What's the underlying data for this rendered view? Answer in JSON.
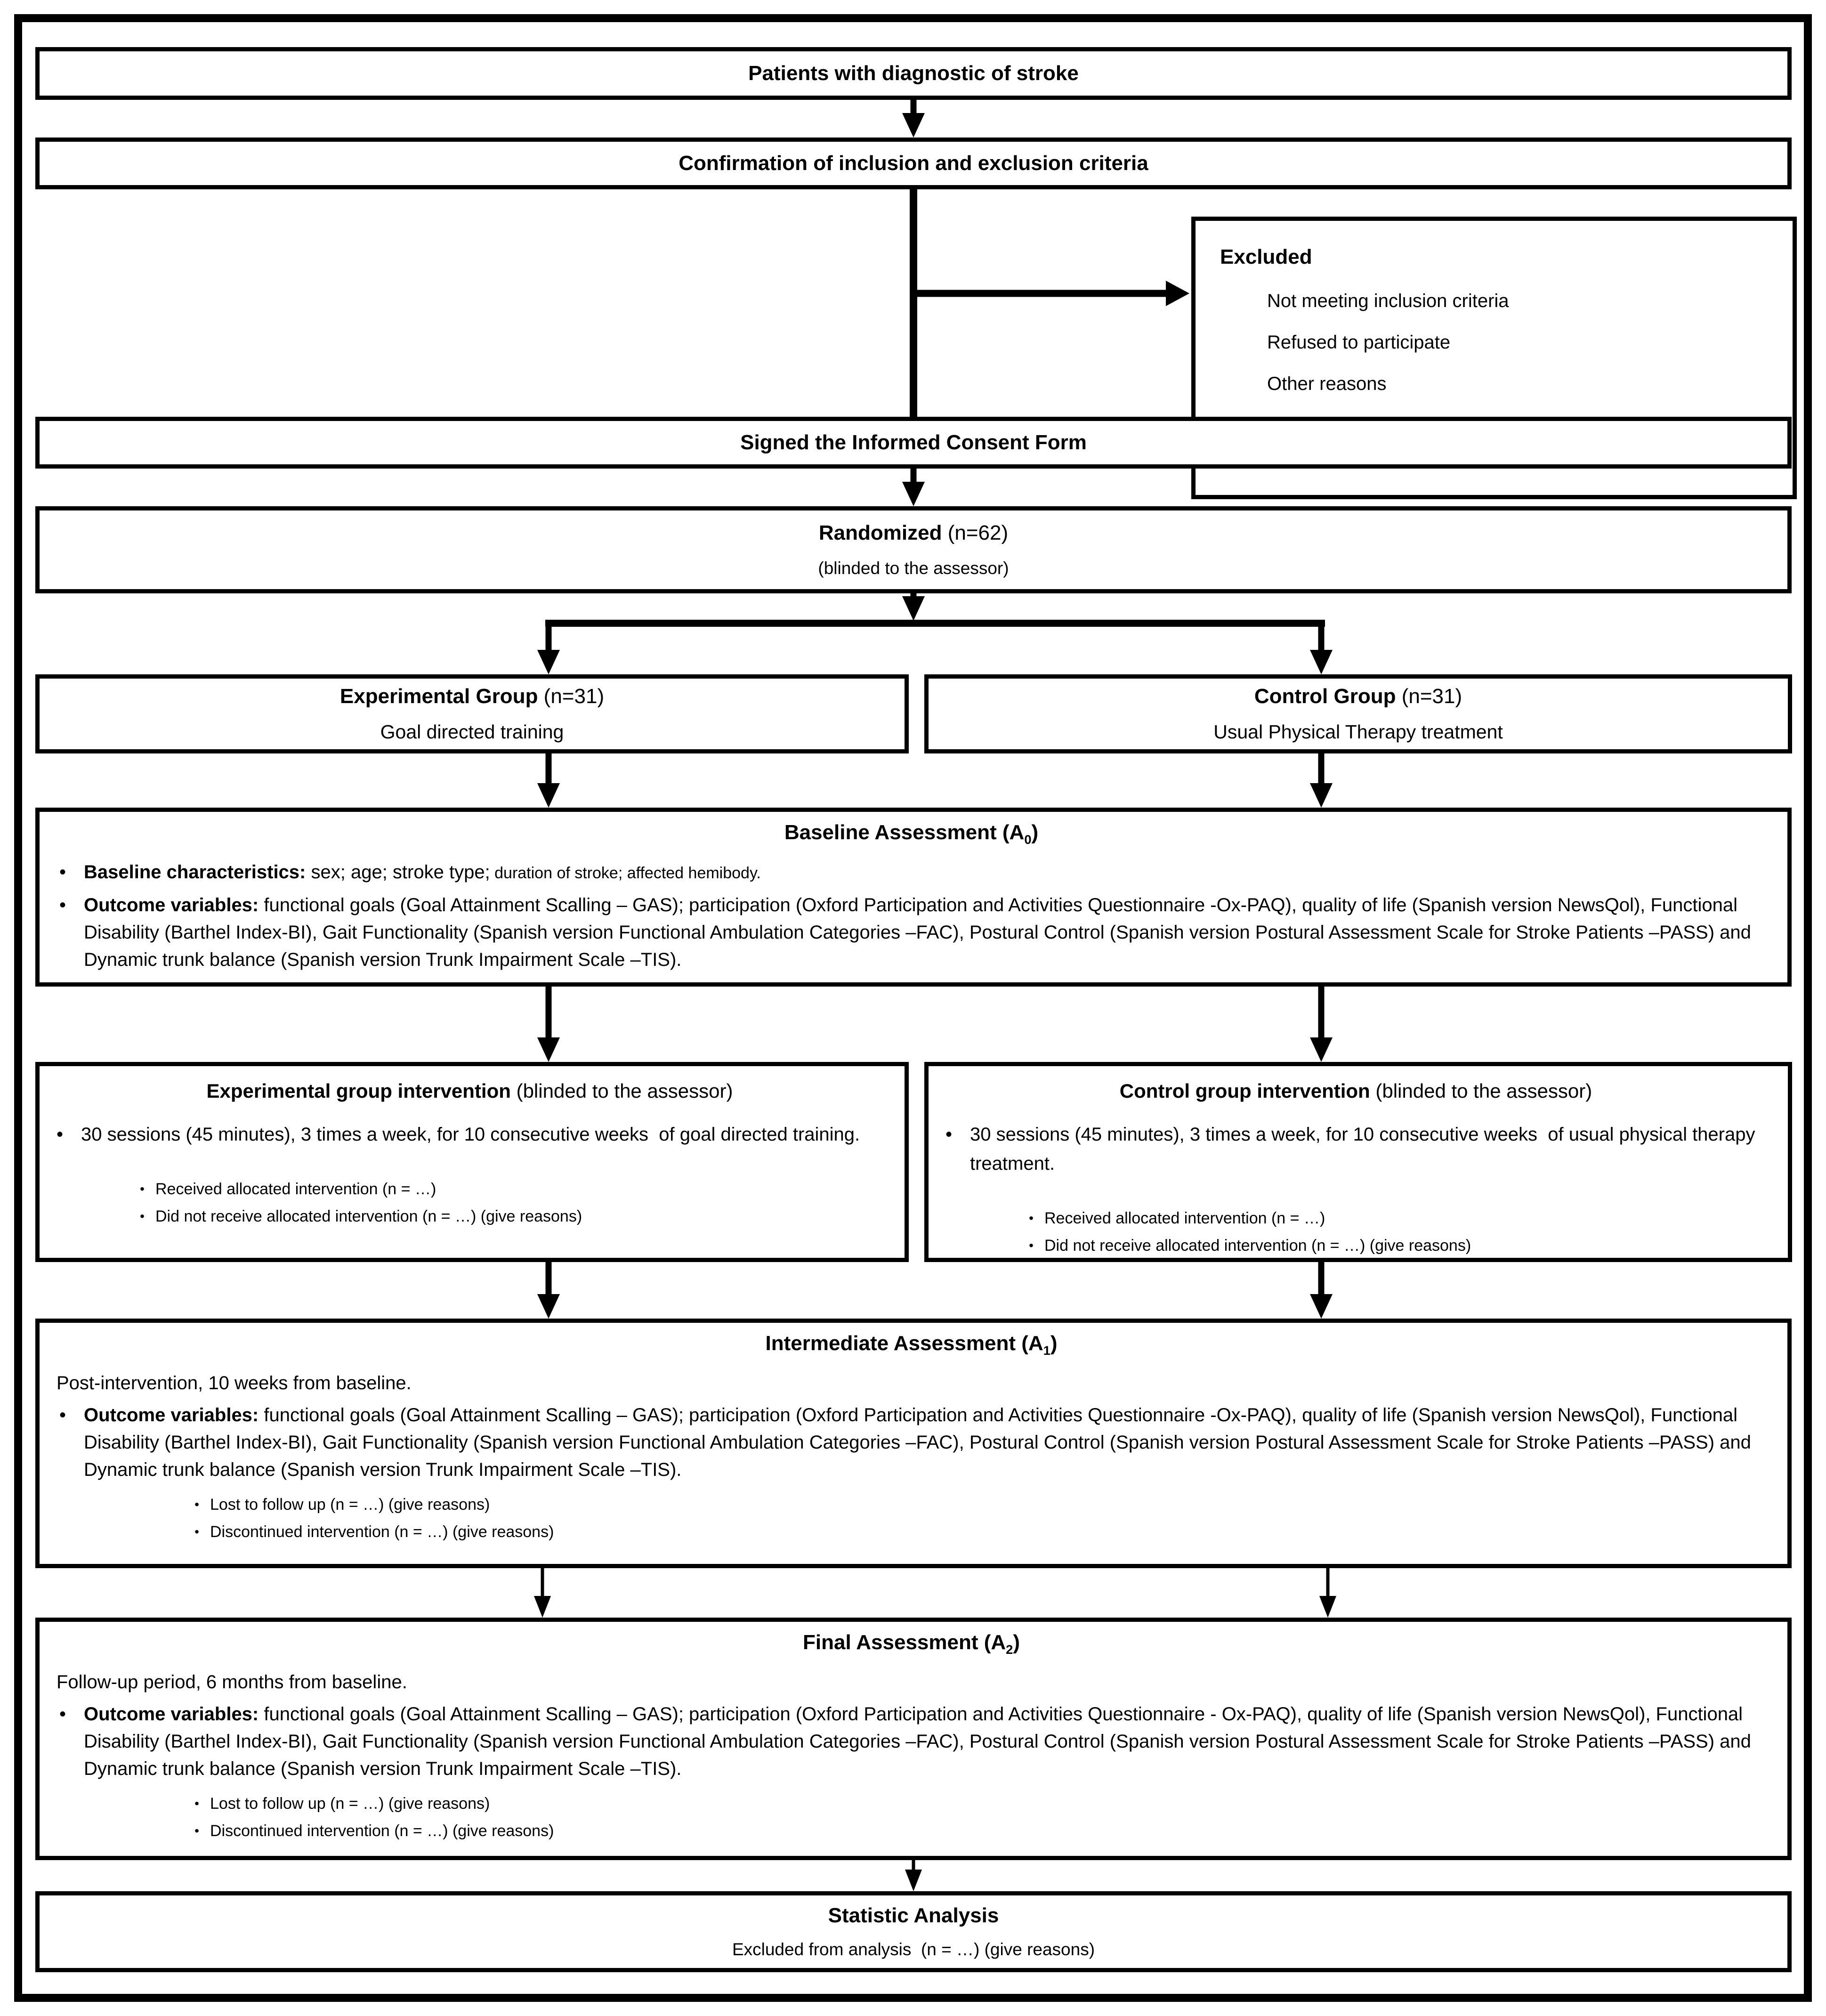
{
  "chars": {
    "bullet": "•"
  },
  "flow": {
    "patients": {
      "title": "Patients with diagnostic of stroke"
    },
    "confirmation": {
      "title": "Confirmation of inclusion and exclusion criteria"
    },
    "excluded": {
      "title": "Excluded",
      "items": [
        "Not meeting inclusion criteria",
        "Refused to participate",
        "Other reasons"
      ]
    },
    "consent": {
      "title": "Signed the Informed Consent Form"
    },
    "randomized": {
      "title_bold": "Randomized",
      "title_n": " (n=62)",
      "subtitle": "(blinded to the assessor)"
    },
    "experimental_group": {
      "title_bold": "Experimental Group",
      "title_n": " (n=31)",
      "subtitle": "Goal directed training"
    },
    "control_group": {
      "title_bold": "Control Group",
      "title_n": " (n=31)",
      "subtitle": "Usual Physical Therapy treatment"
    },
    "baseline": {
      "title_pre": "Baseline Assessment (A",
      "title_sub": "0",
      "title_post": ")",
      "characteristics_label": "Baseline characteristics:",
      "characteristics_main": " sex; age; stroke type;",
      "characteristics_small": " duration of stroke; affected hemibody.",
      "outcome_label": "Outcome variables:",
      "outcome_text": " functional goals (Goal Attainment Scalling – GAS); participation (Oxford Participation and Activities Questionnaire -Ox-PAQ), quality of life (Spanish version NewsQol), Functional Disability (Barthel Index-BI), Gait Functionality (Spanish version Functional Ambulation Categories –FAC), Postural Control (Spanish version Postural Assessment Scale for Stroke Patients –PASS) and Dynamic trunk balance (Spanish version Trunk Impairment Scale –TIS)."
    },
    "experimental_intervention": {
      "title_bold": "Experimental group intervention",
      "title_rest": " (blinded to the assessor)",
      "bullet": "30 sessions (45 minutes), 3 times a week, for 10 consecutive weeks  of goal directed training.",
      "sub_bullets": [
        "Received allocated intervention (n = …)",
        "Did not receive allocated intervention (n = …) (give reasons)"
      ]
    },
    "control_intervention": {
      "title_bold": "Control group intervention",
      "title_rest": " (blinded to the assessor)",
      "bullet": "30 sessions (45 minutes), 3 times a week, for 10 consecutive weeks  of usual physical therapy treatment.",
      "sub_bullets": [
        "Received allocated intervention (n = …)",
        "Did not receive allocated intervention (n = …) (give reasons)"
      ]
    },
    "intermediate": {
      "title_pre": "Intermediate Assessment (A",
      "title_sub": "1",
      "title_post": ")",
      "lead": "Post-intervention, 10 weeks from baseline.",
      "outcome_label": "Outcome variables:",
      "outcome_text": " functional goals (Goal Attainment Scalling – GAS); participation (Oxford Participation and Activities Questionnaire -Ox-PAQ), quality of life (Spanish version NewsQol), Functional Disability (Barthel Index-BI), Gait Functionality (Spanish version Functional Ambulation Categories –FAC), Postural Control (Spanish version Postural Assessment Scale for Stroke Patients –PASS) and Dynamic trunk balance (Spanish version Trunk Impairment Scale –TIS).",
      "sub_bullets": [
        "Lost to follow up (n = …) (give reasons)",
        "Discontinued intervention (n = …) (give reasons)"
      ]
    },
    "final": {
      "title_pre": "Final Assessment (A",
      "title_sub": "2",
      "title_post": ")",
      "lead": "Follow-up period, 6 months from baseline.",
      "outcome_label": "Outcome variables:",
      "outcome_text": " functional goals (Goal Attainment Scalling – GAS); participation (Oxford Participation and Activities Questionnaire - Ox-PAQ), quality of life (Spanish version NewsQol), Functional Disability (Barthel Index-BI), Gait Functionality (Spanish version Functional Ambulation Categories –FAC), Postural Control (Spanish version Postural Assessment Scale for Stroke Patients –PASS) and Dynamic trunk balance (Spanish version Trunk Impairment Scale –TIS).",
      "sub_bullets": [
        "Lost to follow up (n = …) (give reasons)",
        "Discontinued intervention (n = …) (give reasons)"
      ]
    },
    "statistic": {
      "title": "Statistic Analysis",
      "subtitle": "Excluded from analysis  (n = …) (give reasons)"
    }
  }
}
